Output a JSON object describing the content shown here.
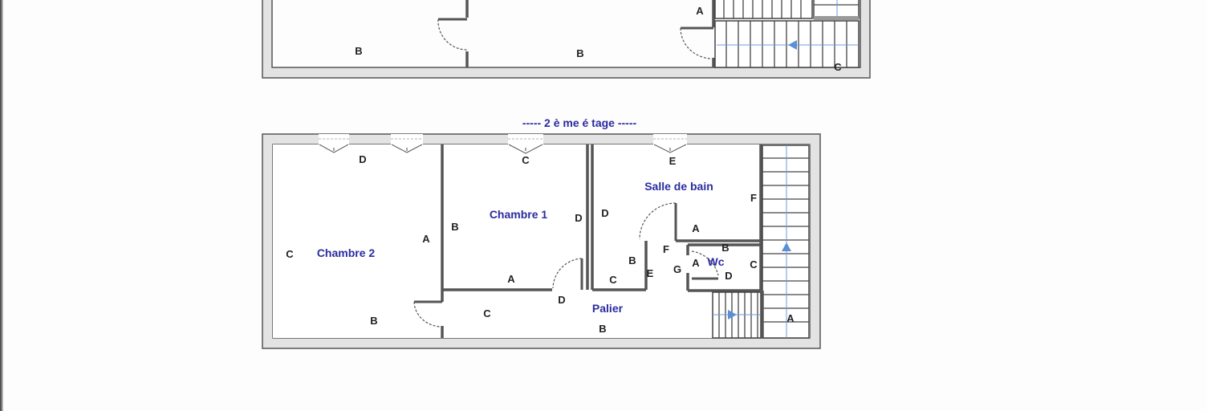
{
  "colors": {
    "room_label": "#2b2ba0",
    "wall_label": "#222222",
    "wall_fill": "#e3e3e3",
    "stair_arrow": "#5b8fd6"
  },
  "upper_floor": {
    "wall_labels": {
      "left_room_bottom": "B",
      "middle_room_bottom": "B",
      "middle_room_right": "A",
      "stair_corner": "C"
    }
  },
  "second_floor": {
    "title": "----- 2 è me  é tage -----",
    "rooms": {
      "chambre2": "Chambre 2",
      "chambre1": "Chambre 1",
      "salle_de_bain": "Salle de bain",
      "wc": "Wc",
      "palier": "Palier"
    },
    "wall_labels": {
      "chambre2_top": "D",
      "chambre2_left": "C",
      "chambre2_right": "A",
      "chambre2_bottom": "B",
      "chambre1_top": "C",
      "chambre1_left": "B",
      "chambre1_right": "D",
      "chambre1_bottom": "A",
      "sdb_top": "E",
      "sdb_left": "D",
      "sdb_right": "F",
      "sdb_inner": "A",
      "corridor_b": "B",
      "corridor_c": "C",
      "corridor_e": "E",
      "corridor_f": "F",
      "corridor_g": "G",
      "wc_top": "B",
      "wc_left": "A",
      "wc_right": "C",
      "wc_bottom": "D",
      "palier_d": "D",
      "palier_c": "C",
      "palier_b": "B",
      "stair_a": "A"
    }
  }
}
